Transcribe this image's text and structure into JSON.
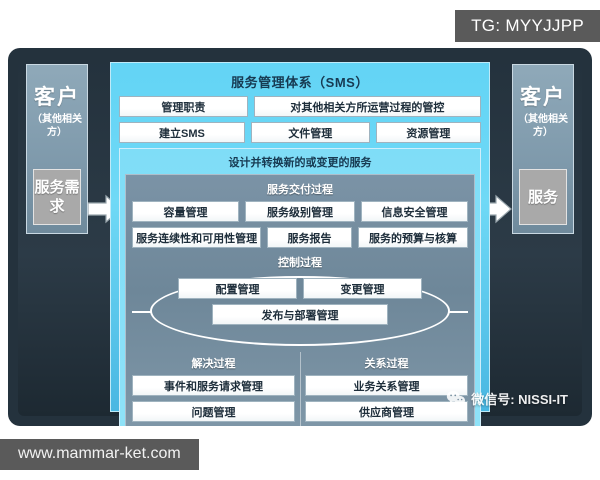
{
  "badge": {
    "text": "TG: MYYJJPP"
  },
  "url_banner": {
    "text": "www.mammar-ket.com"
  },
  "watermark": {
    "text": "微信号: NISSI-IT",
    "icon": "wechat-icon"
  },
  "colors": {
    "frame": "#24323d",
    "sms_panel": "#6fd9f6",
    "design_band": "#8fe2f8",
    "slate_panel": "#6e8799",
    "customer_col": "#7e99ab",
    "gray_box": "#a9a9a9",
    "badge_bg": "#5a5a5a"
  },
  "left_customer": {
    "title": "客户",
    "subtitle": "（其他相关方）",
    "box": "服务需求",
    "arrow": "arrow-right-icon"
  },
  "right_customer": {
    "title": "客户",
    "subtitle": "（其他相关方）",
    "box": "服务",
    "arrow": "arrow-right-icon"
  },
  "sms": {
    "title": "服务管理体系（SMS）",
    "row1": [
      {
        "label": "管理职责",
        "flex": 36
      },
      {
        "label": "对其他相关方所运营过程的管控",
        "flex": 64
      }
    ],
    "row2": [
      {
        "label": "建立SMS",
        "flex": 36
      },
      {
        "label": "文件管理",
        "flex": 34
      },
      {
        "label": "资源管理",
        "flex": 30
      }
    ]
  },
  "design": {
    "title": "设计并转换新的或变更的服务"
  },
  "delivery": {
    "title": "服务交付过程",
    "row1": [
      {
        "label": "容量管理",
        "flex": 33
      },
      {
        "label": "服务级别管理",
        "flex": 34
      },
      {
        "label": "信息安全管理",
        "flex": 33
      }
    ],
    "row2": [
      {
        "label": "服务连续性和可用性管理",
        "flex": 40
      },
      {
        "label": "服务报告",
        "flex": 26
      },
      {
        "label": "服务的预算与核算",
        "flex": 34
      }
    ]
  },
  "control": {
    "title": "控制过程",
    "row1": [
      {
        "label": "配置管理",
        "flex": 50
      },
      {
        "label": "变更管理",
        "flex": 50
      }
    ],
    "row2": [
      {
        "label": "发布与部署管理",
        "flex": 100
      }
    ]
  },
  "resolution": {
    "title": "解决过程",
    "items": [
      "事件和服务请求管理",
      "问题管理"
    ]
  },
  "relationship": {
    "title": "关系过程",
    "items": [
      "业务关系管理",
      "供应商管理"
    ]
  }
}
